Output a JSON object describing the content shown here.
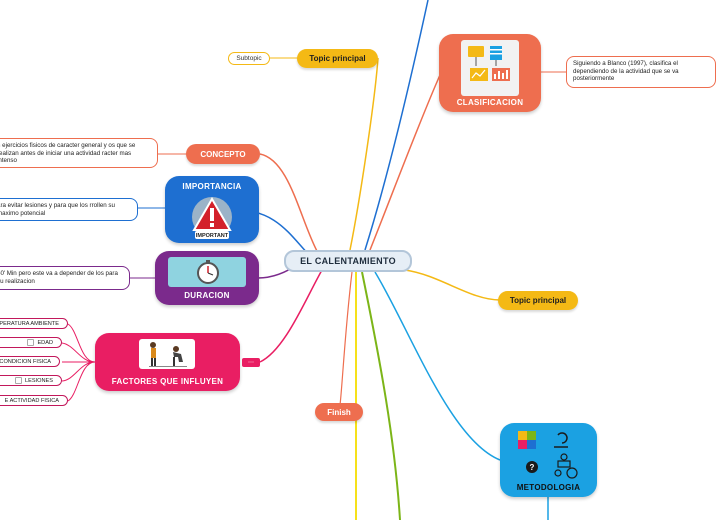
{
  "central": {
    "label": "EL CALENTAMIENTO"
  },
  "topics": {
    "topic_principal_top": "Topic principal",
    "topic_principal_right": "Topic principal",
    "subtopic": "Subtopic",
    "concepto": "CONCEPTO",
    "importancia": "IMPORTANCIA",
    "duracion": "DURACION",
    "factores": "FACTORES QUE INFLUYEN",
    "clasificacion": "CLASIFICACION",
    "metodologia": "METODOLOGIA",
    "finish": "Finish"
  },
  "texts": {
    "concepto_text": "n ejercicios fisicos de caracter general y os que se realizan antes de iniciar una actividad racter mas intenso",
    "importancia_text": "ara evitar lesiones y para que los rrollen su maximo potencial",
    "duracion_text": "30' Min pero este va a depender de los para su realizacion",
    "clasificacion_text": "Siguiendo a Blanco (1997), clasifica el dependiendo de la actividad que se va posteriormente",
    "important_sign": "IMPORTANT"
  },
  "factores_items": [
    {
      "label": "PERATURA AMBIENTE",
      "checkbox": false
    },
    {
      "label": "EDAD",
      "checkbox": true
    },
    {
      "label": "CONDICION FISICA",
      "checkbox": true
    },
    {
      "label": "LESIONES",
      "checkbox": true
    },
    {
      "label": "E ACTIVIDAD FISICA",
      "checkbox": false
    }
  ],
  "colors": {
    "orange": "#f4b915",
    "red": "#ee6e4f",
    "blue": "#1e6fd1",
    "purple": "#7b2a8c",
    "pink": "#e91e63",
    "lightblue": "#1ba1e2",
    "green": "#7cb518",
    "yellow": "#f6e11a",
    "clasificacion_fill": "#ee6e4f",
    "metodologia_fill": "#1ba1e2"
  }
}
